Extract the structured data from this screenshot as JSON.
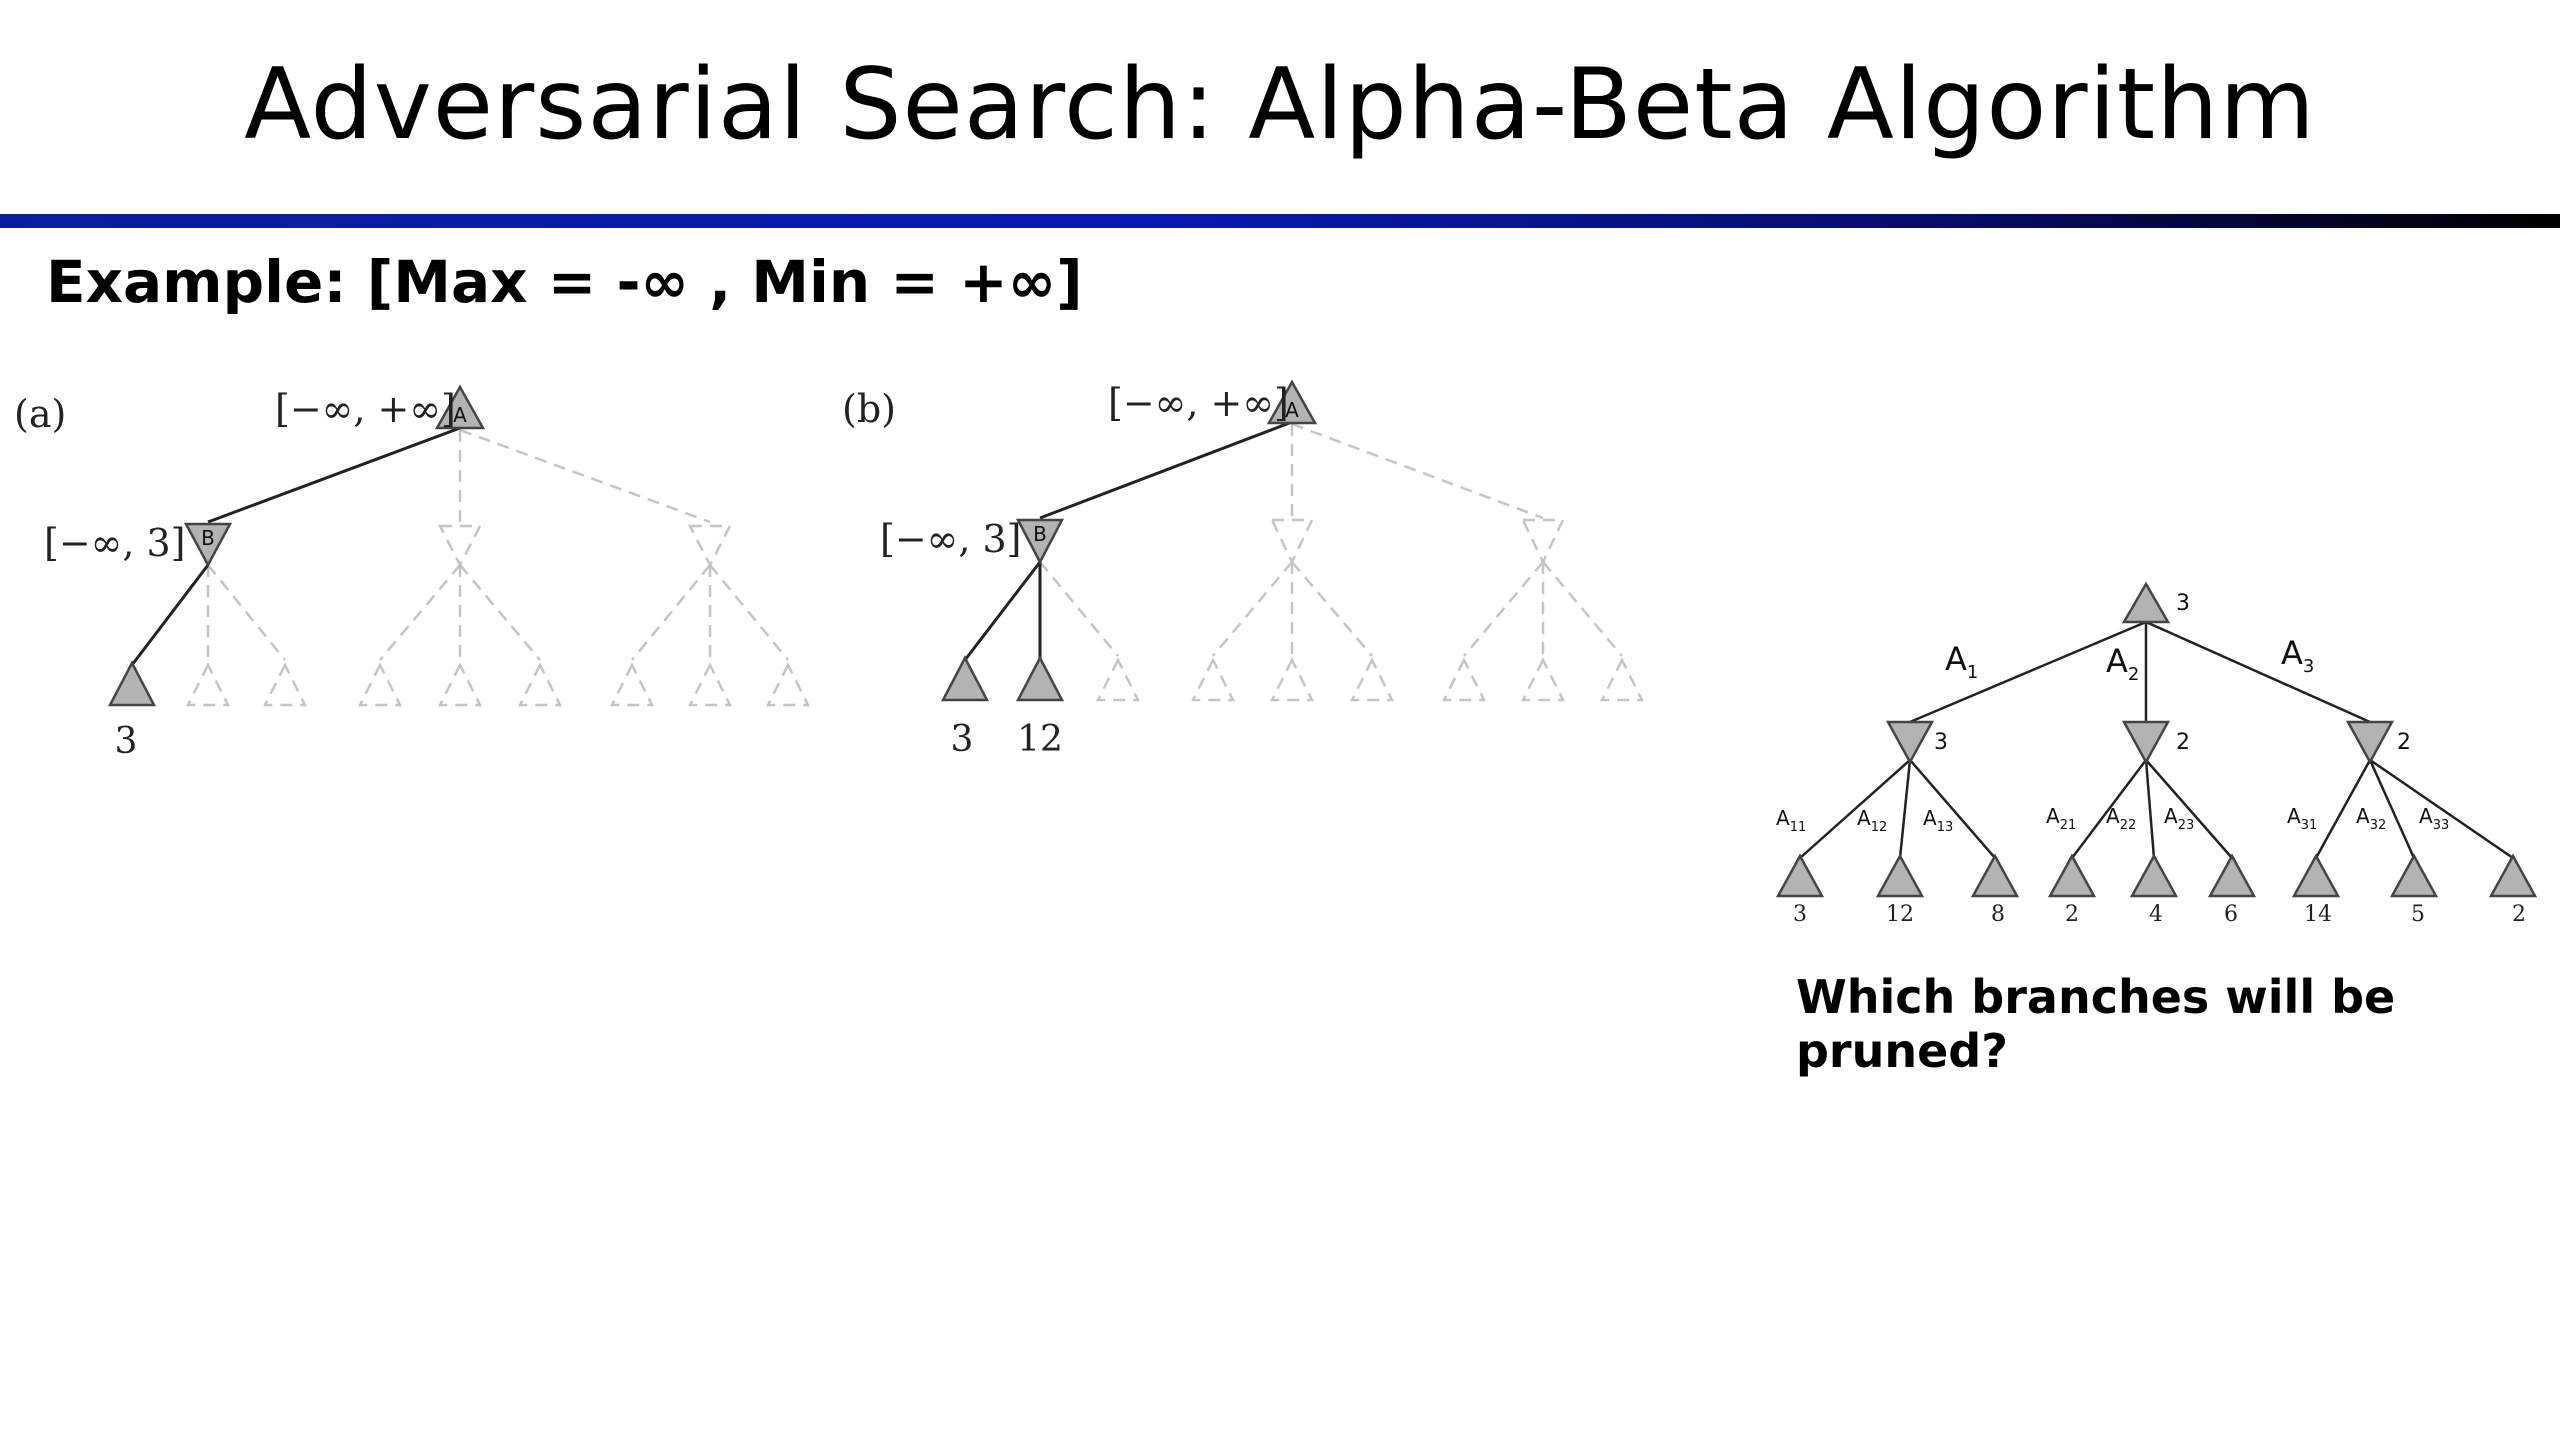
{
  "slide": {
    "title": "Adversarial Search: Alpha-Beta Algorithm",
    "example_label": "Example: [Max = -∞ , Min = +∞]",
    "question": "Which branches will be pruned?"
  },
  "diagram_a": {
    "panel_label": "(a)",
    "root_node": "A",
    "root_bounds": "[−∞, +∞]",
    "min_node": "B",
    "min_bounds": "[−∞, 3]",
    "leaf_values": [
      "3"
    ]
  },
  "diagram_b": {
    "panel_label": "(b)",
    "root_node": "A",
    "root_bounds": "[−∞, +∞]",
    "min_node": "B",
    "min_bounds": "[−∞, 3]",
    "leaf_values": [
      "3",
      "12"
    ]
  },
  "diagram_full": {
    "root_value": "3",
    "branch_labels": [
      {
        "main": "A",
        "sub": "1"
      },
      {
        "main": "A",
        "sub": "2"
      },
      {
        "main": "A",
        "sub": "3"
      }
    ],
    "min_values": [
      "3",
      "2",
      "2"
    ],
    "leaf_branch_labels": [
      {
        "main": "A",
        "sub": "11"
      },
      {
        "main": "A",
        "sub": "12"
      },
      {
        "main": "A",
        "sub": "13"
      },
      {
        "main": "A",
        "sub": "21"
      },
      {
        "main": "A",
        "sub": "22"
      },
      {
        "main": "A",
        "sub": "23"
      },
      {
        "main": "A",
        "sub": "31"
      },
      {
        "main": "A",
        "sub": "32"
      },
      {
        "main": "A",
        "sub": "33"
      }
    ],
    "leaf_values": [
      "3",
      "12",
      "8",
      "2",
      "4",
      "6",
      "14",
      "5",
      "2"
    ]
  },
  "colors": {
    "node_fill": "#b3b3b3",
    "node_stroke": "#444444",
    "pruned_stroke": "#bdbdbd",
    "title_rule_blue": "#0b1f9e"
  }
}
